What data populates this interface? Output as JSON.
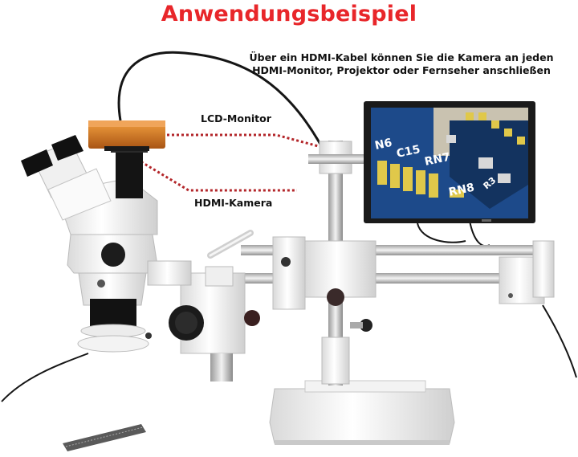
{
  "title": "Anwendungsbeispiel",
  "subtitle": {
    "line1": "Über ein HDMI-Kabel können Sie die Kamera an jeden",
    "line2": "HDMI-Monitor, Projektor oder Fernseher anschließen"
  },
  "labels": {
    "lcd_monitor": "LCD-Monitor",
    "hdmi_camera": "HDMI-Kamera"
  },
  "screen_text": [
    "N6",
    "C15",
    "RN7",
    "RN8",
    "R3"
  ],
  "colors": {
    "title_red": "#e8262a",
    "dotted_red": "#b3262a",
    "camera_orange": "#d27a22",
    "pcb_blue": "#1d4a8a",
    "pcb_gold": "#e0c84a"
  }
}
